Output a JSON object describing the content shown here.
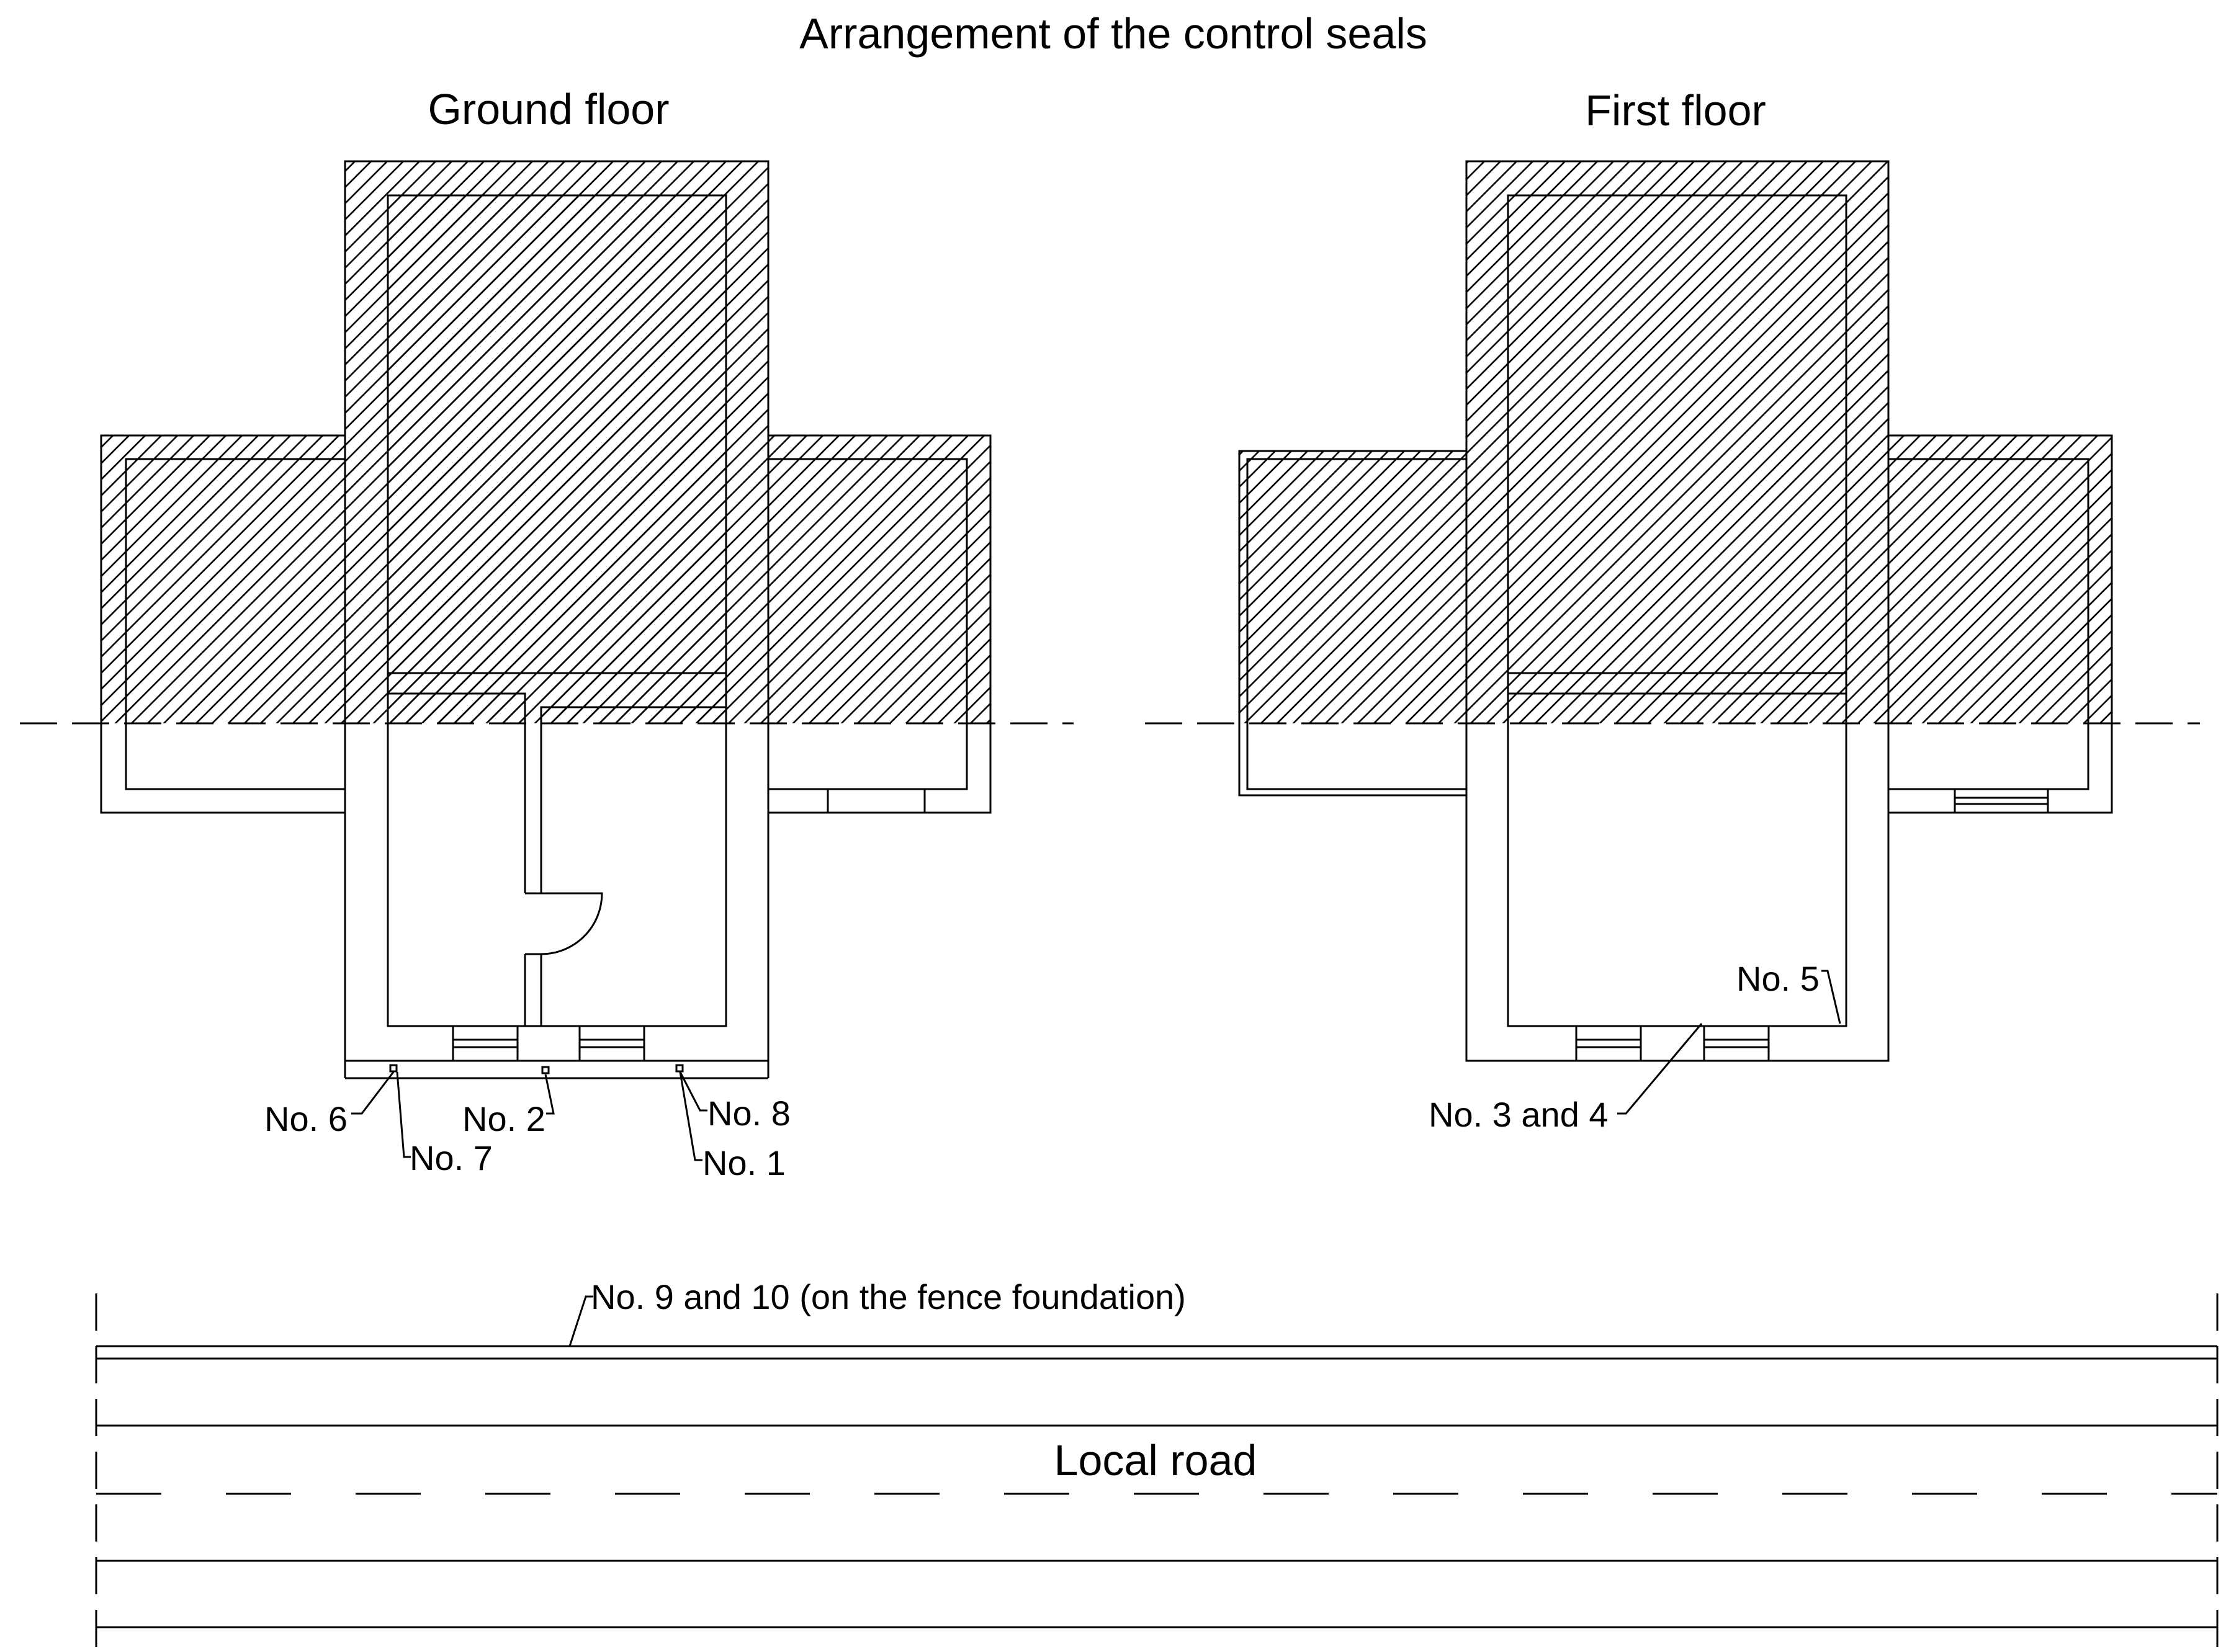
{
  "title": "Arrangement of the control seals",
  "ground_floor": {
    "heading": "Ground floor",
    "labels": {
      "no6": "No. 6",
      "no7": "No. 7",
      "no2": "No. 2",
      "no8": "No. 8",
      "no1": "No. 1"
    }
  },
  "first_floor": {
    "heading": "First floor",
    "labels": {
      "no5": "No. 5",
      "no3_4": "No. 3 and 4"
    }
  },
  "site": {
    "fence_label": "No. 9 and 10 (on the fence foundation)",
    "road_label": "Local road"
  },
  "colors": {
    "ink": "#000000",
    "paper": "#ffffff"
  }
}
